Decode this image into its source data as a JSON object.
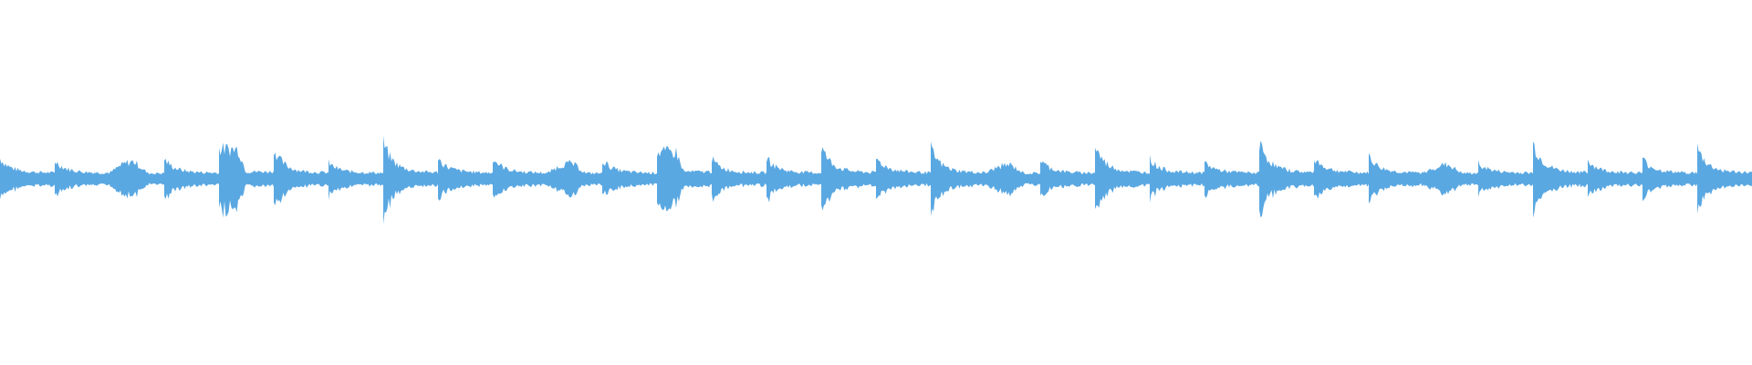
{
  "waveform": {
    "color": "#5aa8e2",
    "background": "#ffffff",
    "segments": [
      {
        "attack": 0.55,
        "decay": 0.45,
        "shape": "hit"
      },
      {
        "attack": 0.5,
        "decay": 0.4,
        "shape": "hit"
      },
      {
        "attack": 0.55,
        "decay": 0.55,
        "shape": "swell"
      },
      {
        "attack": 0.55,
        "decay": 0.4,
        "shape": "hit"
      },
      {
        "attack": 0.95,
        "decay": 0.85,
        "shape": "block"
      },
      {
        "attack": 0.85,
        "decay": 0.5,
        "shape": "hit"
      },
      {
        "attack": 0.45,
        "decay": 0.35,
        "shape": "hit"
      },
      {
        "attack": 1.0,
        "decay": 0.6,
        "shape": "hit"
      },
      {
        "attack": 0.55,
        "decay": 0.45,
        "shape": "hit"
      },
      {
        "attack": 0.6,
        "decay": 0.4,
        "shape": "hit"
      },
      {
        "attack": 0.5,
        "decay": 0.5,
        "shape": "swell"
      },
      {
        "attack": 0.55,
        "decay": 0.35,
        "shape": "hit"
      },
      {
        "attack": 0.85,
        "decay": 0.6,
        "shape": "block"
      },
      {
        "attack": 0.55,
        "decay": 0.4,
        "shape": "hit"
      },
      {
        "attack": 0.6,
        "decay": 0.4,
        "shape": "hit"
      },
      {
        "attack": 0.9,
        "decay": 0.55,
        "shape": "hit"
      },
      {
        "attack": 0.55,
        "decay": 0.5,
        "shape": "hit"
      },
      {
        "attack": 0.85,
        "decay": 0.5,
        "shape": "hit"
      },
      {
        "attack": 0.45,
        "decay": 0.45,
        "shape": "swell"
      },
      {
        "attack": 0.55,
        "decay": 0.35,
        "shape": "hit"
      },
      {
        "attack": 0.9,
        "decay": 0.6,
        "shape": "hit"
      },
      {
        "attack": 0.55,
        "decay": 0.4,
        "shape": "hit"
      },
      {
        "attack": 0.45,
        "decay": 0.4,
        "shape": "hit"
      },
      {
        "attack": 1.0,
        "decay": 0.65,
        "shape": "hit"
      },
      {
        "attack": 0.6,
        "decay": 0.45,
        "shape": "hit"
      },
      {
        "attack": 0.65,
        "decay": 0.4,
        "shape": "hit"
      },
      {
        "attack": 0.45,
        "decay": 0.45,
        "shape": "swell"
      },
      {
        "attack": 0.45,
        "decay": 0.35,
        "shape": "hit"
      },
      {
        "attack": 0.95,
        "decay": 0.6,
        "shape": "hit"
      },
      {
        "attack": 0.5,
        "decay": 0.4,
        "shape": "hit"
      },
      {
        "attack": 0.55,
        "decay": 0.4,
        "shape": "hit"
      },
      {
        "attack": 0.85,
        "decay": 0.5,
        "shape": "hit"
      }
    ]
  }
}
